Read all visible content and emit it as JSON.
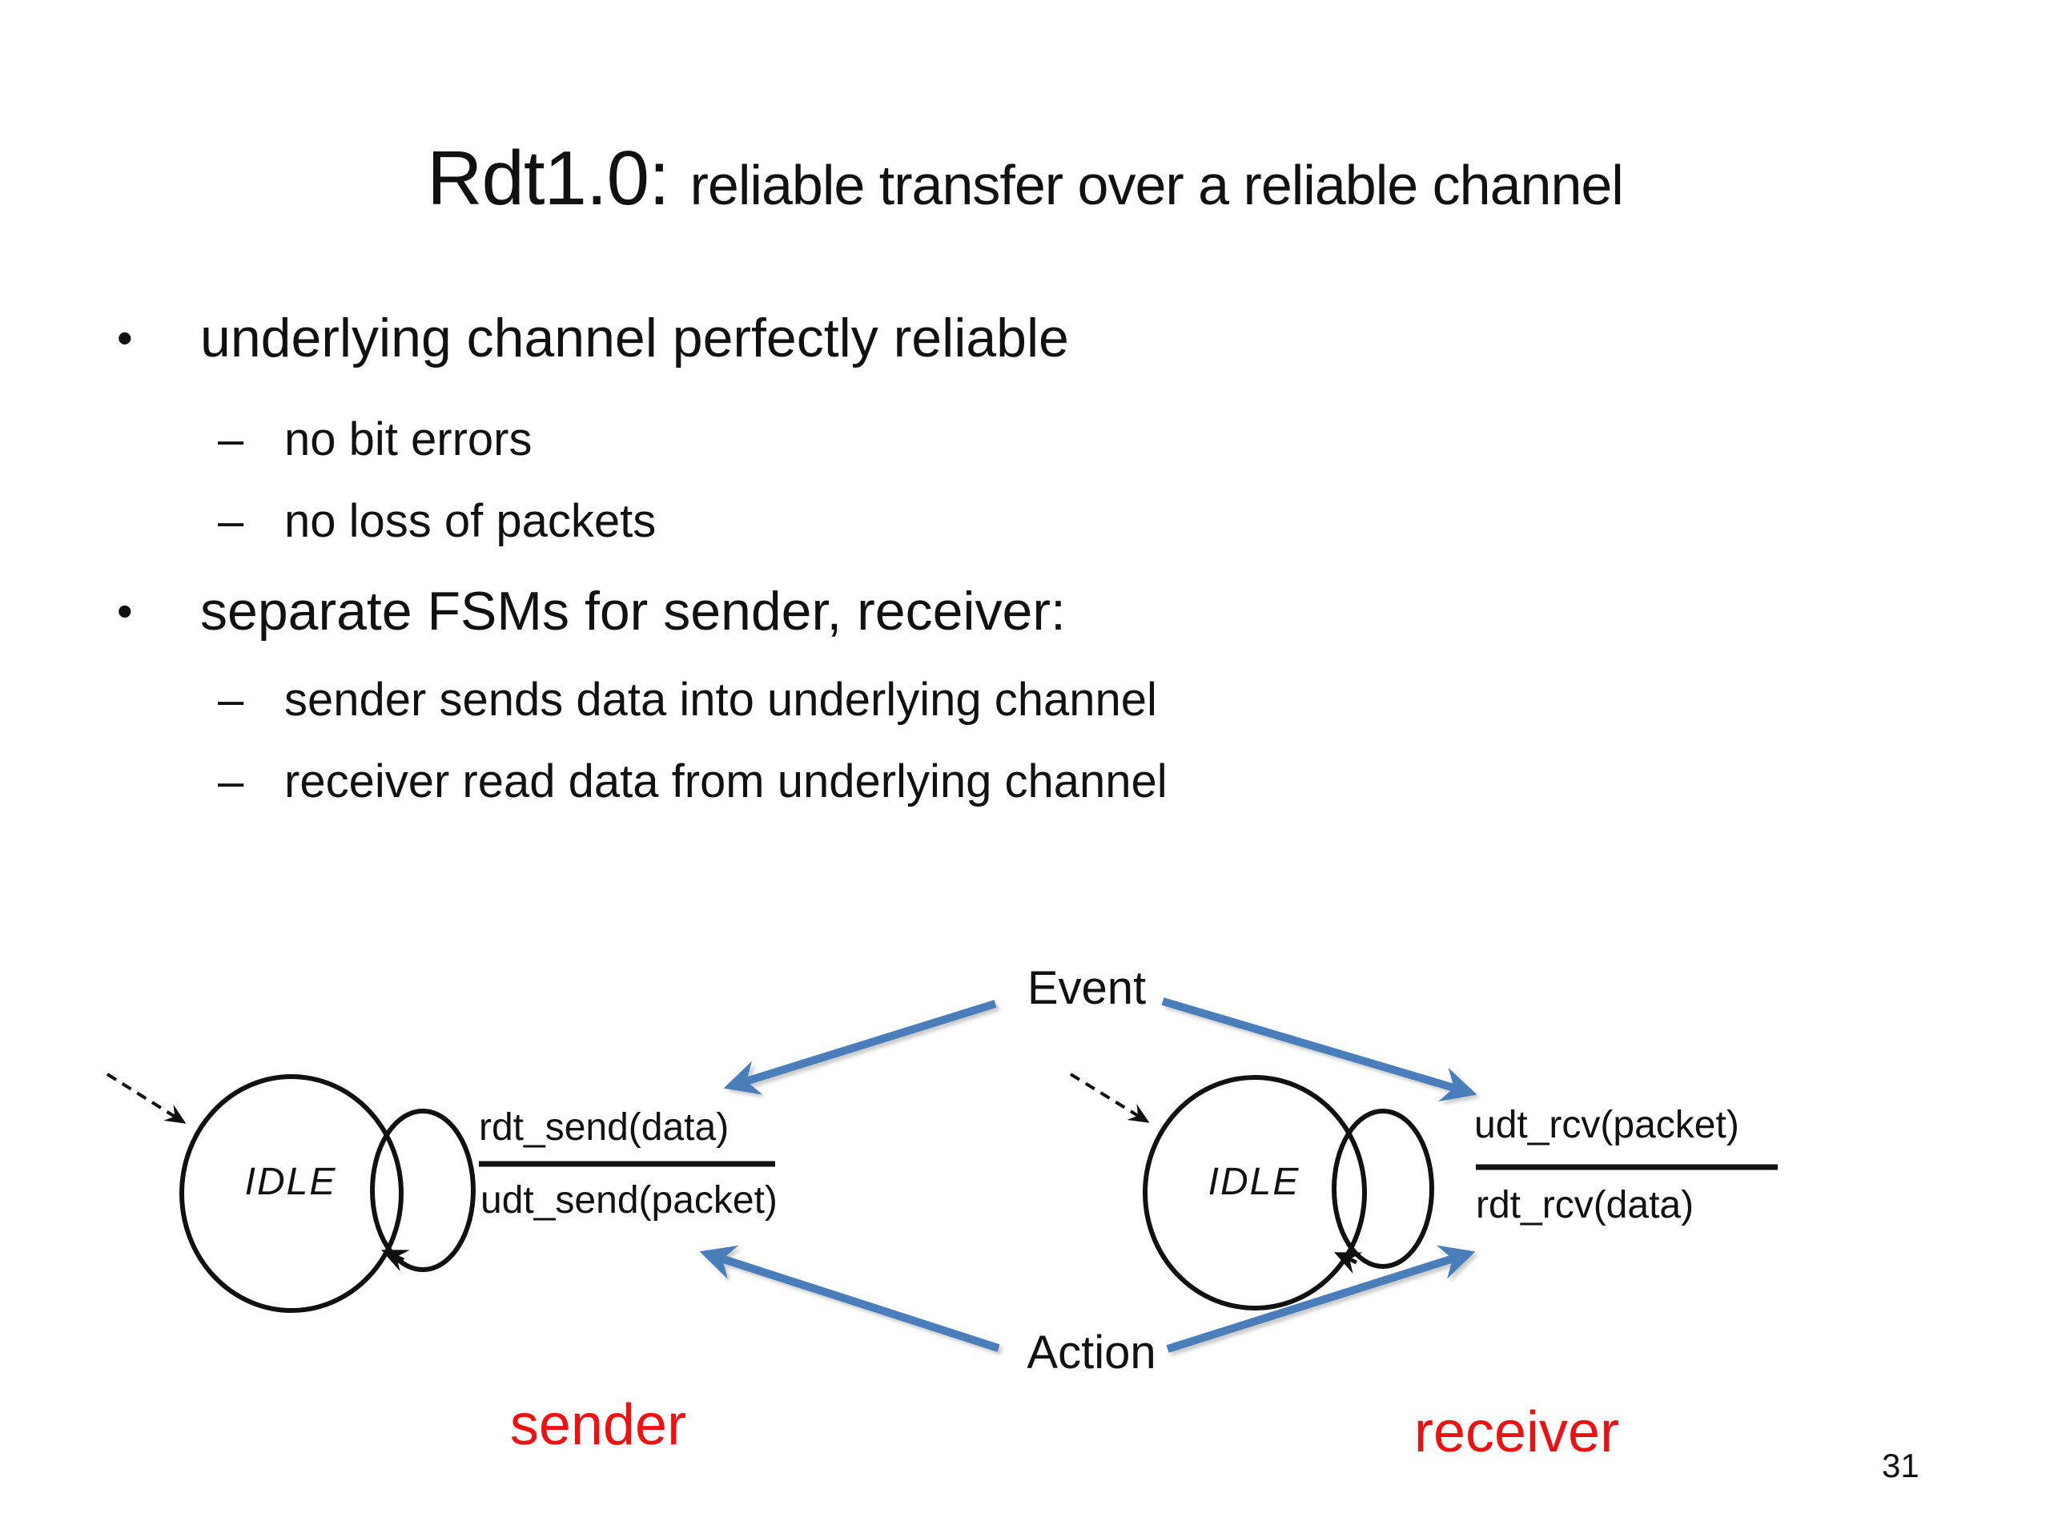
{
  "slide": {
    "title": {
      "main": "Rdt1.0:",
      "subtitle": "reliable transfer over a reliable channel"
    },
    "bullets": [
      {
        "level": 1,
        "marker": "•",
        "text": "underlying channel perfectly reliable"
      },
      {
        "level": 2,
        "marker": "–",
        "text": "no bit errors"
      },
      {
        "level": 2,
        "marker": "–",
        "text": "no loss of packets"
      },
      {
        "level": 1,
        "marker": "•",
        "text": "separate FSMs for sender, receiver:"
      },
      {
        "level": 2,
        "marker": "–",
        "text": "sender sends data into underlying channel"
      },
      {
        "level": 2,
        "marker": "–",
        "text": "receiver read data from underlying channel"
      }
    ],
    "diagram": {
      "event_label": "Event",
      "action_label": "Action",
      "sender": {
        "state": "IDLE",
        "event": "rdt_send(data)",
        "action": "udt_send(packet)",
        "caption": "sender"
      },
      "receiver": {
        "state": "IDLE",
        "event": "udt_rcv(packet)",
        "action": "rdt_rcv(data)",
        "caption": "receiver"
      }
    },
    "page_number": "31",
    "colors": {
      "accent_blue": "#4a7ebb",
      "label_red": "#ee1111",
      "text": "#111111"
    }
  }
}
